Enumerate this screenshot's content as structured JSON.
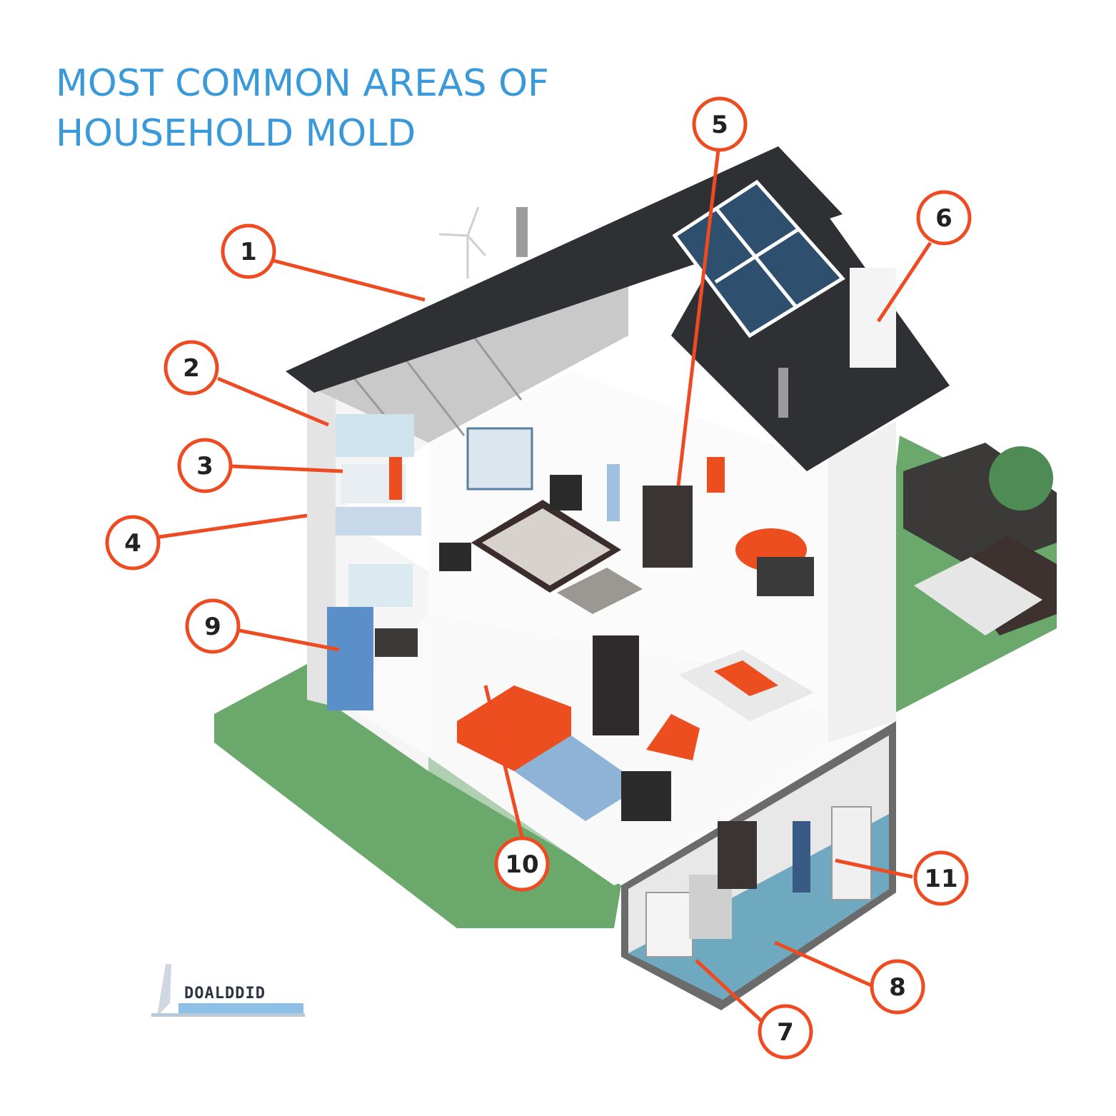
{
  "title": {
    "line1": "MOST COMMON AREAS OF",
    "line2": "HOUSEHOLD MOLD"
  },
  "callouts": [
    {
      "id": "1",
      "label": "1"
    },
    {
      "id": "2",
      "label": "2"
    },
    {
      "id": "3",
      "label": "3"
    },
    {
      "id": "4",
      "label": "4"
    },
    {
      "id": "5",
      "label": "5"
    },
    {
      "id": "6",
      "label": "6"
    },
    {
      "id": "7",
      "label": "7"
    },
    {
      "id": "8",
      "label": "8"
    },
    {
      "id": "9",
      "label": "9"
    },
    {
      "id": "10",
      "label": "10"
    },
    {
      "id": "11",
      "label": "11"
    }
  ],
  "logo": {
    "text": "DOALDDID"
  },
  "colors": {
    "title": "#3a9ad9",
    "callout": "#ee4b22",
    "roof": "#2f3033",
    "lawn": "#6aa86b",
    "wall": "#f2f2f2",
    "solar": "#2e4f6d",
    "accent_furniture": "#ec4e1f",
    "basement_floor": "#6fa9bf"
  }
}
